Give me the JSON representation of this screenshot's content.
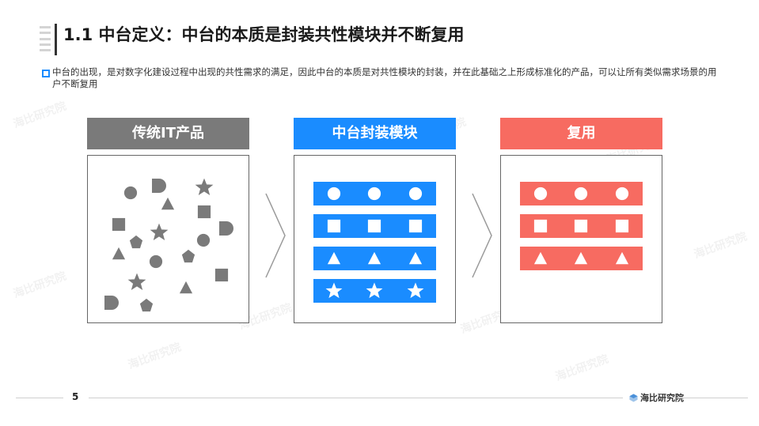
{
  "title": "1.1 中台定义：中台的本质是封装共性模块并不断复用",
  "intro": "中台的出现，是对数字化建设过程中出现的共性需求的满足，因此中台的本质是对共性模块的封装，并在此基础之上形成标准化的产品，可以让所有类似需求场景的用户不断复用",
  "columns": [
    {
      "heading": "传统IT产品",
      "color": "#7a7a7a"
    },
    {
      "heading": "中台封装模块",
      "color": "#1a8cff"
    },
    {
      "heading": "复用",
      "color": "#f76b61"
    }
  ],
  "shape_color": "#7a7a7a",
  "blue_rows": [
    "circle-icon",
    "square-icon",
    "triangle-icon",
    "star-icon"
  ],
  "red_rows": [
    "circle-icon",
    "square-icon",
    "triangle-icon"
  ],
  "page_number": "5",
  "watermark": "海比研究院",
  "footer_logo_text": "海比研究院"
}
